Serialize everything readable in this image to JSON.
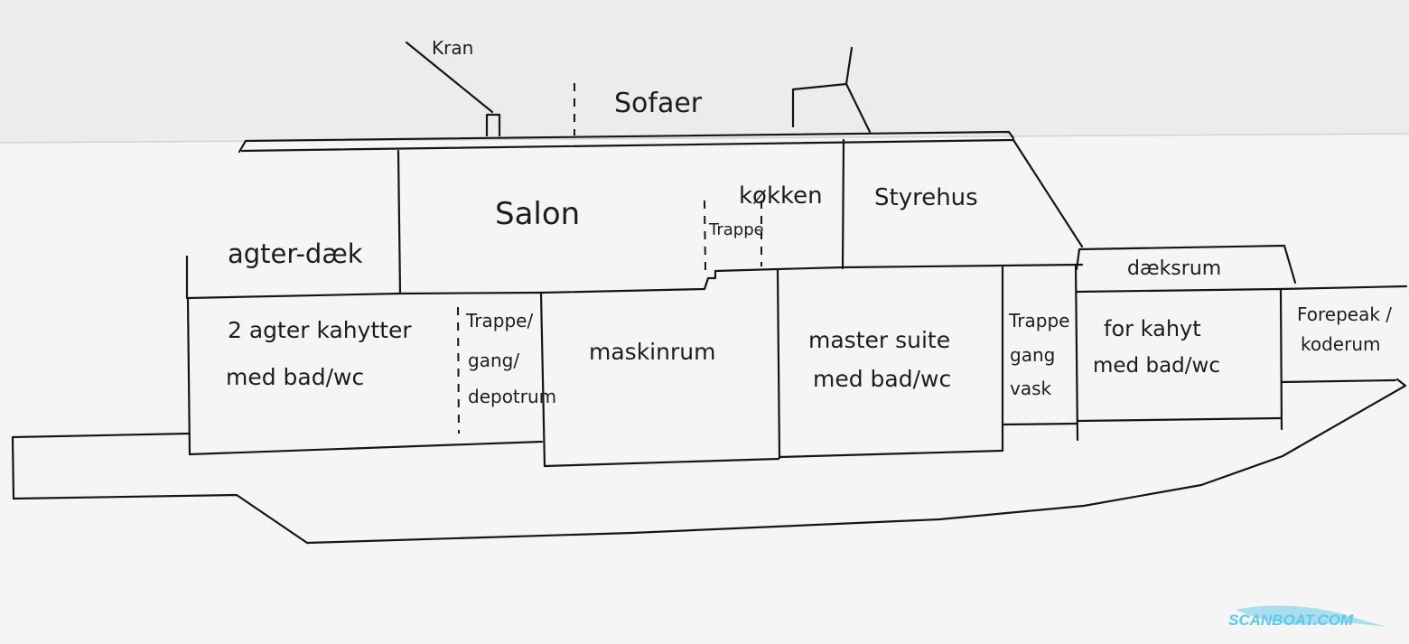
{
  "labels": {
    "kran": "Kran",
    "sofaer": "Sofaer",
    "salon": "Salon",
    "kokken": "køkken",
    "styrehus": "Styrehus",
    "trappe_salon": "Trappe",
    "agterdaek": "agter-dæk",
    "daeksrum": "dæksrum",
    "agter_kahytter_1": "2 agter kahytter",
    "agter_kahytter_2": "med bad/wc",
    "trappe_gang_1": "Trappe/",
    "trappe_gang_2": "gang/",
    "trappe_gang_3": "depotrum",
    "maskinrum": "maskinrum",
    "master_suite_1": "master suite",
    "master_suite_2": "med bad/wc",
    "trappe_vask_1": "Trappe",
    "trappe_vask_2": "gang",
    "trappe_vask_3": "vask",
    "for_kahyt_1": "for kahyt",
    "for_kahyt_2": "med bad/wc",
    "forepeak_1": "Forepeak /",
    "forepeak_2": "koderum"
  },
  "watermark": {
    "text": "SCANBOAT.COM",
    "color": "#5fc9e6"
  },
  "colors": {
    "paper": "#f6f6f6",
    "ink": "#151515"
  }
}
